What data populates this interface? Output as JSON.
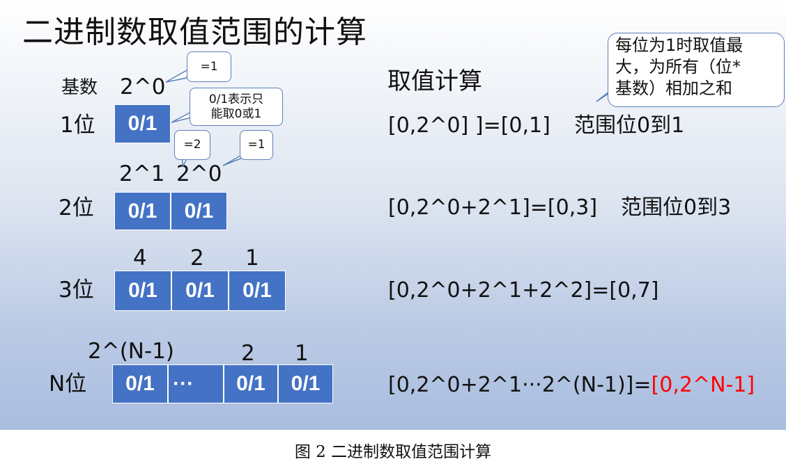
{
  "title": "二进制数取值范围的计算",
  "header": {
    "base_label": "基数",
    "calc_heading": "取值计算"
  },
  "rows": [
    {
      "label": "1位",
      "weights": [
        "2^0"
      ],
      "cells": [
        "0/1"
      ],
      "formula": "[0,2^0] ]=[0,1]",
      "range_note": "范围位0到1"
    },
    {
      "label": "2位",
      "weights": [
        "2^1",
        "2^0"
      ],
      "cells": [
        "0/1",
        "0/1"
      ],
      "formula": "[0,2^0+2^1]=[0,3]",
      "range_note": "范围位0到3"
    },
    {
      "label": "3位",
      "weights": [
        "4",
        "2",
        "1"
      ],
      "cells": [
        "0/1",
        "0/1",
        "0/1"
      ],
      "formula": "[0,2^0+2^1+2^2]=[0,7]"
    },
    {
      "label": "N位",
      "weights": [
        "2^(N-1)",
        "2",
        "1"
      ],
      "cells": [
        "0/1",
        "···",
        "0/1",
        "0/1"
      ],
      "formula_prefix": "[0,2^0+2^1···2^(N-1)]=",
      "formula_highlight": "[0,2^N-1]"
    }
  ],
  "callouts": {
    "eq1_a": "=1",
    "bit_desc": "0/1表示只\n能取0或1",
    "eq2": "=2",
    "eq1_b": "=1",
    "max_note": "每位为1时取值最\n大，为所有（位*\n基数）相加之和"
  },
  "caption": "图 2 二进制数取值范围计算",
  "colors": {
    "cell": "#4472c4",
    "highlight": "#ff0000",
    "callout_border": "#5b7fb8"
  }
}
